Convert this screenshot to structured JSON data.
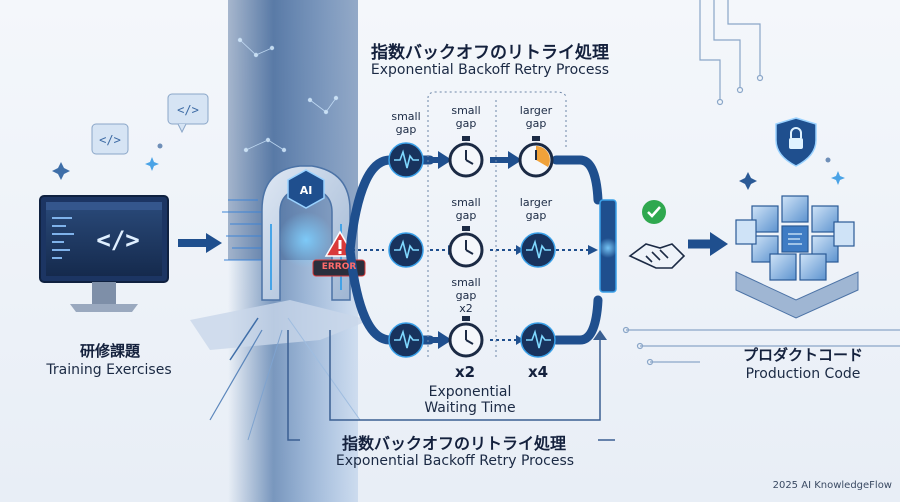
{
  "title": {
    "jp": "指数バックオフのリトライ処理",
    "en": "Exponential Backoff Retry Process"
  },
  "bottom_title": {
    "jp": "指数バックオフのリトライ処理",
    "en": "Exponential Backoff Retry Process"
  },
  "left": {
    "jp": "研修課題",
    "en": "Training Exercises"
  },
  "right": {
    "jp": "プロダクトコード",
    "en": "Production Code"
  },
  "gates": {
    "ai_label": "AI",
    "error_label": "ERROR"
  },
  "gaps": {
    "row1_first": "small\ngap",
    "row1_second": "small\ngap",
    "row1_third": "larger\ngap",
    "row2_first": "small\ngap",
    "row2_second": "larger\ngap",
    "row3_first": "small\ngap\nx2"
  },
  "multipliers": {
    "x2": "x2",
    "x4": "x4"
  },
  "waiting": "Exponential\nWaiting Time",
  "footer": "2025 AI KnowledgeFlow",
  "icons": [
    "code-icon",
    "laptop-icon",
    "ai-badge-icon",
    "warning-icon",
    "pulse-icon",
    "stopwatch-icon",
    "check-icon",
    "handshake-icon",
    "shield-lock-icon",
    "cube-stack-icon",
    "sparkle-icon"
  ],
  "colors": {
    "primary": "#1f5fa8",
    "dark": "#14213d",
    "accent": "#3aa0e8",
    "error": "#d93a3a",
    "success": "#2fa84f",
    "bg": "#eef3f9"
  }
}
